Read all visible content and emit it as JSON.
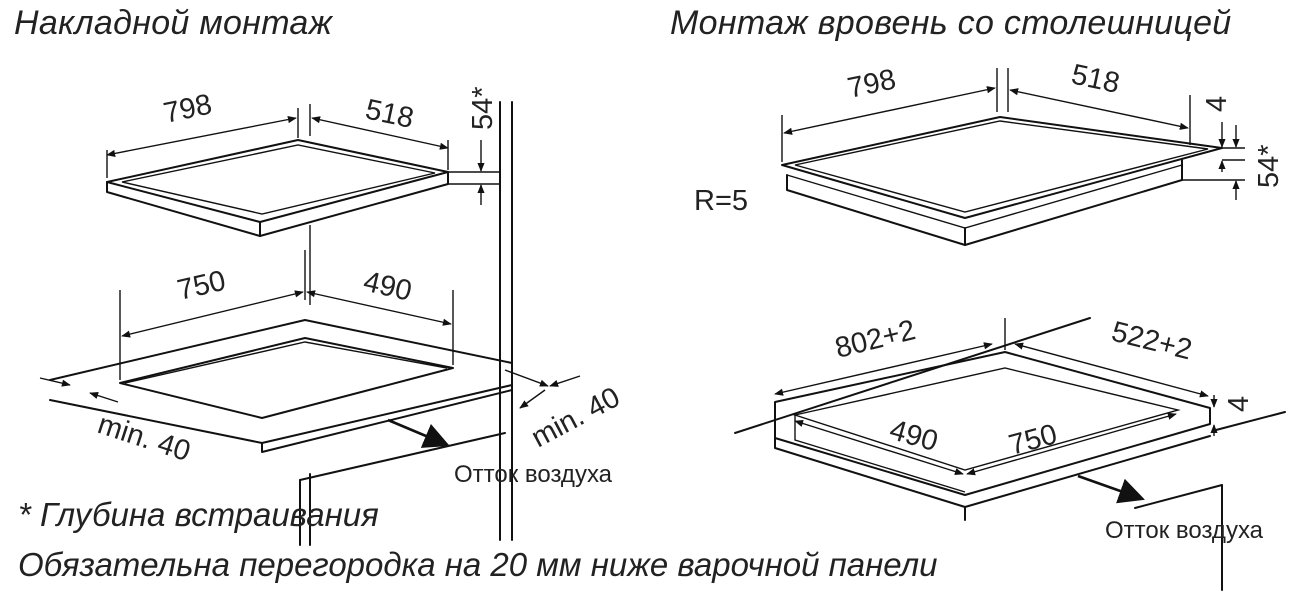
{
  "left": {
    "title": "Накладной монтаж",
    "dims": {
      "hob_width": "798",
      "hob_depth": "518",
      "depth_star": "54*",
      "cut_width": "750",
      "cut_depth": "490",
      "min_left": "min. 40",
      "min_right": "min. 40"
    },
    "airflow": "Отток воздуха"
  },
  "right": {
    "title": "Монтаж вровень со столешницей",
    "dims": {
      "hob_width": "798",
      "hob_depth": "518",
      "frame": "4",
      "depth_star": "54*",
      "radius": "R=5",
      "rebate_width": "802+2",
      "rebate_depth": "522+2",
      "rebate_height": "4",
      "cut_depth": "490",
      "cut_width": "750"
    },
    "airflow": "Отток воздуха"
  },
  "notes": {
    "depth_note": "* Глубина встраивания",
    "partition_note": "Обязательна перегородка на 20 мм ниже варочной панели"
  },
  "colors": {
    "line": "#111111",
    "text": "#222222",
    "background": "#ffffff"
  },
  "icons": [
    "dimension-arrow",
    "airflow-arrow"
  ]
}
